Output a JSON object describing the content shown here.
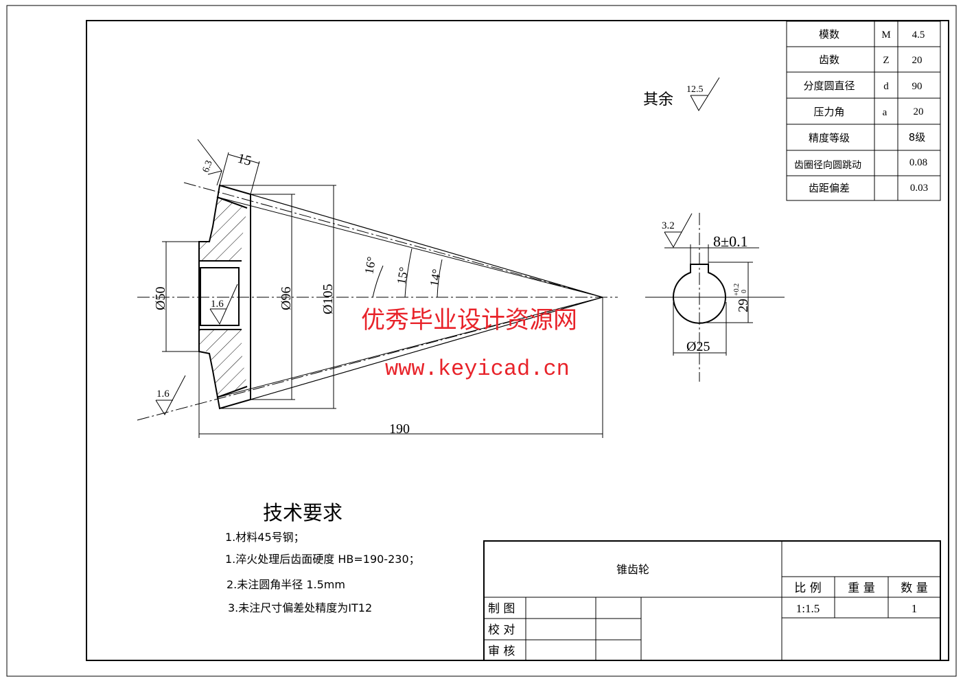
{
  "drawing": {
    "part_name": "锥齿轮",
    "dimensions": {
      "face_width": "15",
      "bore_diameter": "Ø50",
      "dia_96": "Ø96",
      "dia_105": "Ø105",
      "length": "190",
      "angle_1": "16°",
      "angle_2": "15°",
      "angle_3": "14°",
      "key_width": "8±0.1",
      "key_depth": "29",
      "key_depth_tol": "+0.2",
      "key_depth_tol_low": "0",
      "shaft_dia": "Ø25"
    },
    "roughness": {
      "top": "6.3",
      "bore": "1.6",
      "bottom": "1.6",
      "keyway": "3.2",
      "other_label": "其余",
      "other": "12.5"
    }
  },
  "param_table": [
    {
      "name": "模数",
      "sym": "M",
      "value": "4.5"
    },
    {
      "name": "齿数",
      "sym": "Z",
      "value": "20"
    },
    {
      "name": "分度圆直径",
      "sym": "d",
      "value": "90"
    },
    {
      "name": "压力角",
      "sym": "a",
      "value": "20"
    },
    {
      "name": "精度等级",
      "sym": "",
      "value": "8级"
    },
    {
      "name": "齿圈径向圆跳动",
      "sym": "",
      "value": "0.08"
    },
    {
      "name": "齿距偏差",
      "sym": "",
      "value": "0.03"
    }
  ],
  "tech_req": {
    "title": "技术要求",
    "items": [
      "1.材料45号钢；",
      "1.淬火处理后齿面硬度 HB=190-230；",
      "2.未注圆角半径 1.5mm",
      "3.未注尺寸偏差处精度为IT12"
    ]
  },
  "title_block": {
    "name": "锥齿轮",
    "scale_label": "比 例",
    "weight_label": "重 量",
    "qty_label": "数 量",
    "scale": "1:1.5",
    "qty": "1",
    "draw_label": "制 图",
    "check_label": "校 对",
    "review_label": "审 核"
  },
  "watermark": {
    "line1": "优秀毕业设计资源网",
    "line2": "www.keyicad.cn"
  }
}
